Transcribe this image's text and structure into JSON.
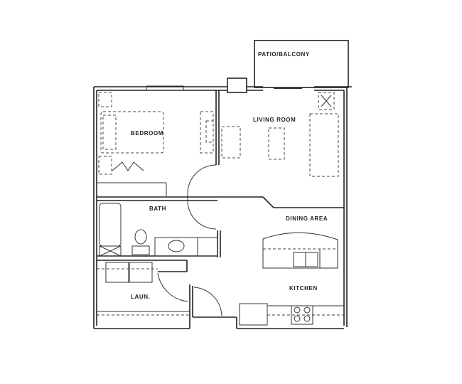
{
  "plan": {
    "rooms": {
      "patio": "PATIO/BALCONY",
      "living": "LIVING ROOM",
      "bedroom": "BEDROOM",
      "bath": "BATH",
      "dining": "DINING AREA",
      "laundry": "LAUN.",
      "kitchen": "KITCHEN"
    }
  }
}
